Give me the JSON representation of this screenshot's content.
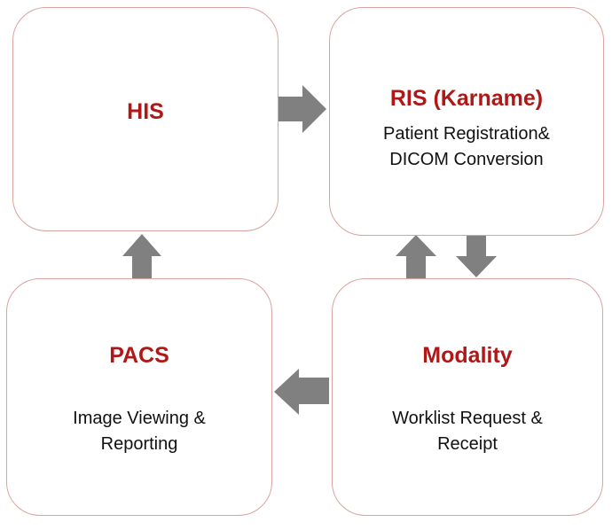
{
  "nodes": {
    "his": {
      "title": "HIS"
    },
    "ris": {
      "title": "RIS (Karname)",
      "description": "Patient Registration&\nDICOM Conversion"
    },
    "pacs": {
      "title": "PACS",
      "description": "Image Viewing &\nReporting"
    },
    "modality": {
      "title": "Modality",
      "description": "Worklist Request &\nReceipt"
    }
  },
  "edges": [
    {
      "from": "his",
      "to": "ris"
    },
    {
      "from": "ris",
      "to": "modality"
    },
    {
      "from": "modality",
      "to": "ris"
    },
    {
      "from": "modality",
      "to": "pacs"
    },
    {
      "from": "pacs",
      "to": "his"
    }
  ],
  "colors": {
    "title": "#b01818",
    "box_border": "#d9a39f",
    "arrow": "#808080",
    "text": "#111111"
  }
}
